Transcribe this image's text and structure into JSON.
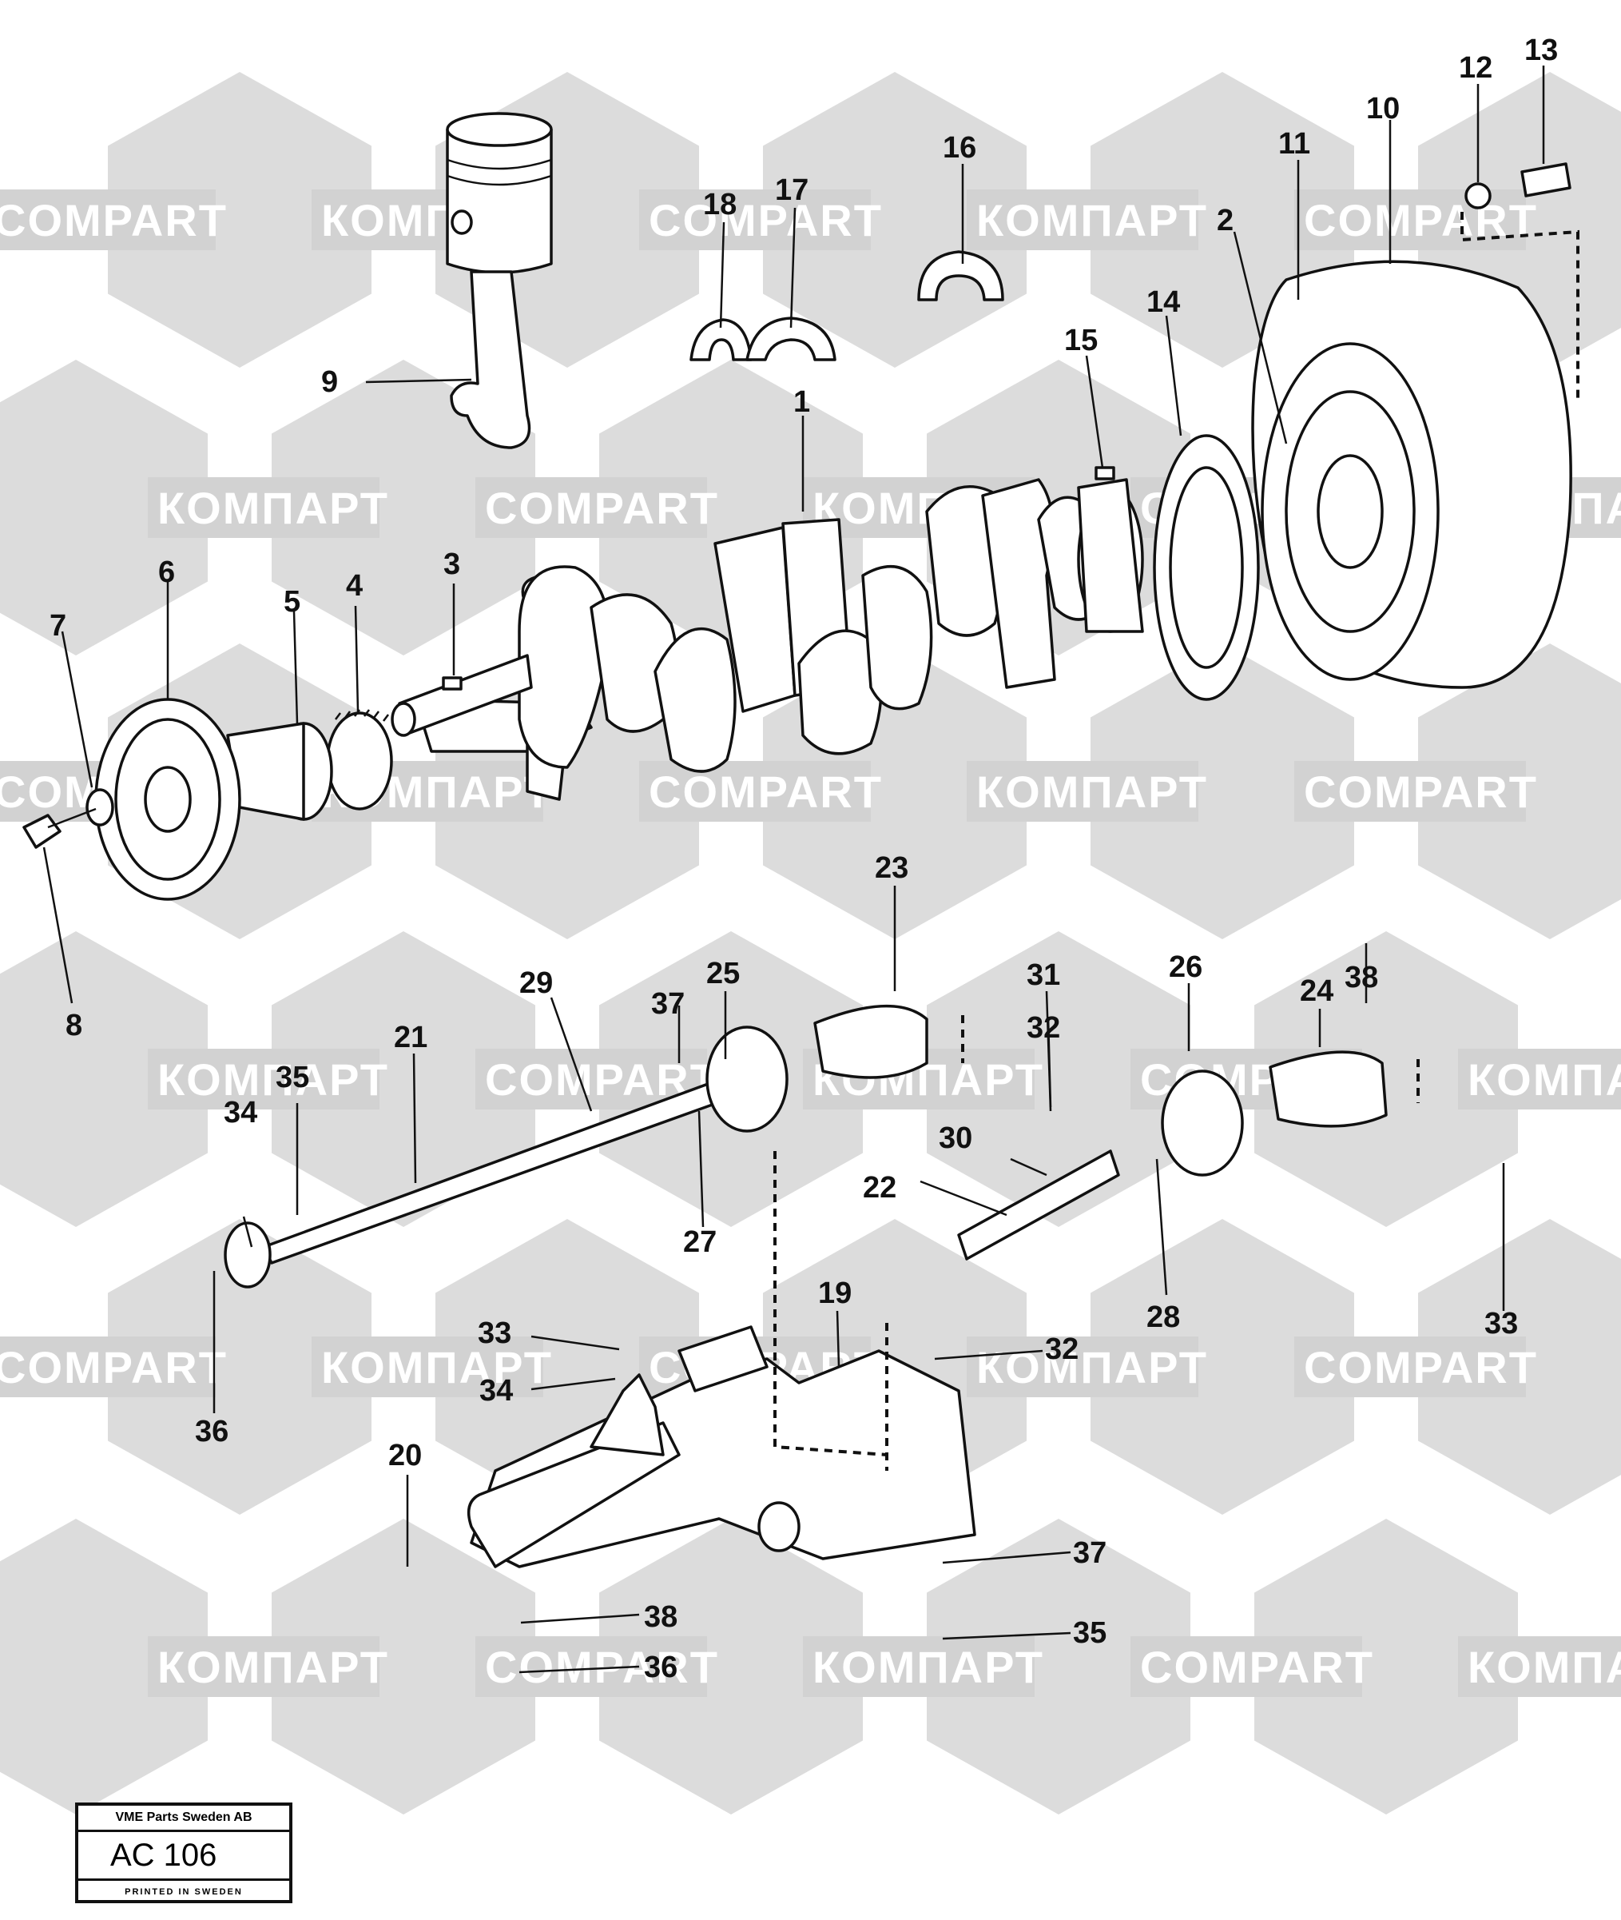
{
  "watermark": {
    "latin": "COMPART",
    "cyrillic": "КОМПАРТ",
    "color": "#dcdcdc"
  },
  "callouts": [
    "1",
    "2",
    "3",
    "4",
    "5",
    "6",
    "7",
    "8",
    "9",
    "10",
    "11",
    "12",
    "13",
    "14",
    "15",
    "16",
    "17",
    "18",
    "19",
    "20",
    "21",
    "22",
    "23",
    "24",
    "25",
    "26",
    "27",
    "28",
    "29",
    "30",
    "31",
    "32",
    "33",
    "34",
    "35",
    "36",
    "37",
    "38"
  ],
  "plate": {
    "company": "VME Parts Sweden AB",
    "code": "AC 106",
    "footer": "PRINTED IN SWEDEN"
  }
}
